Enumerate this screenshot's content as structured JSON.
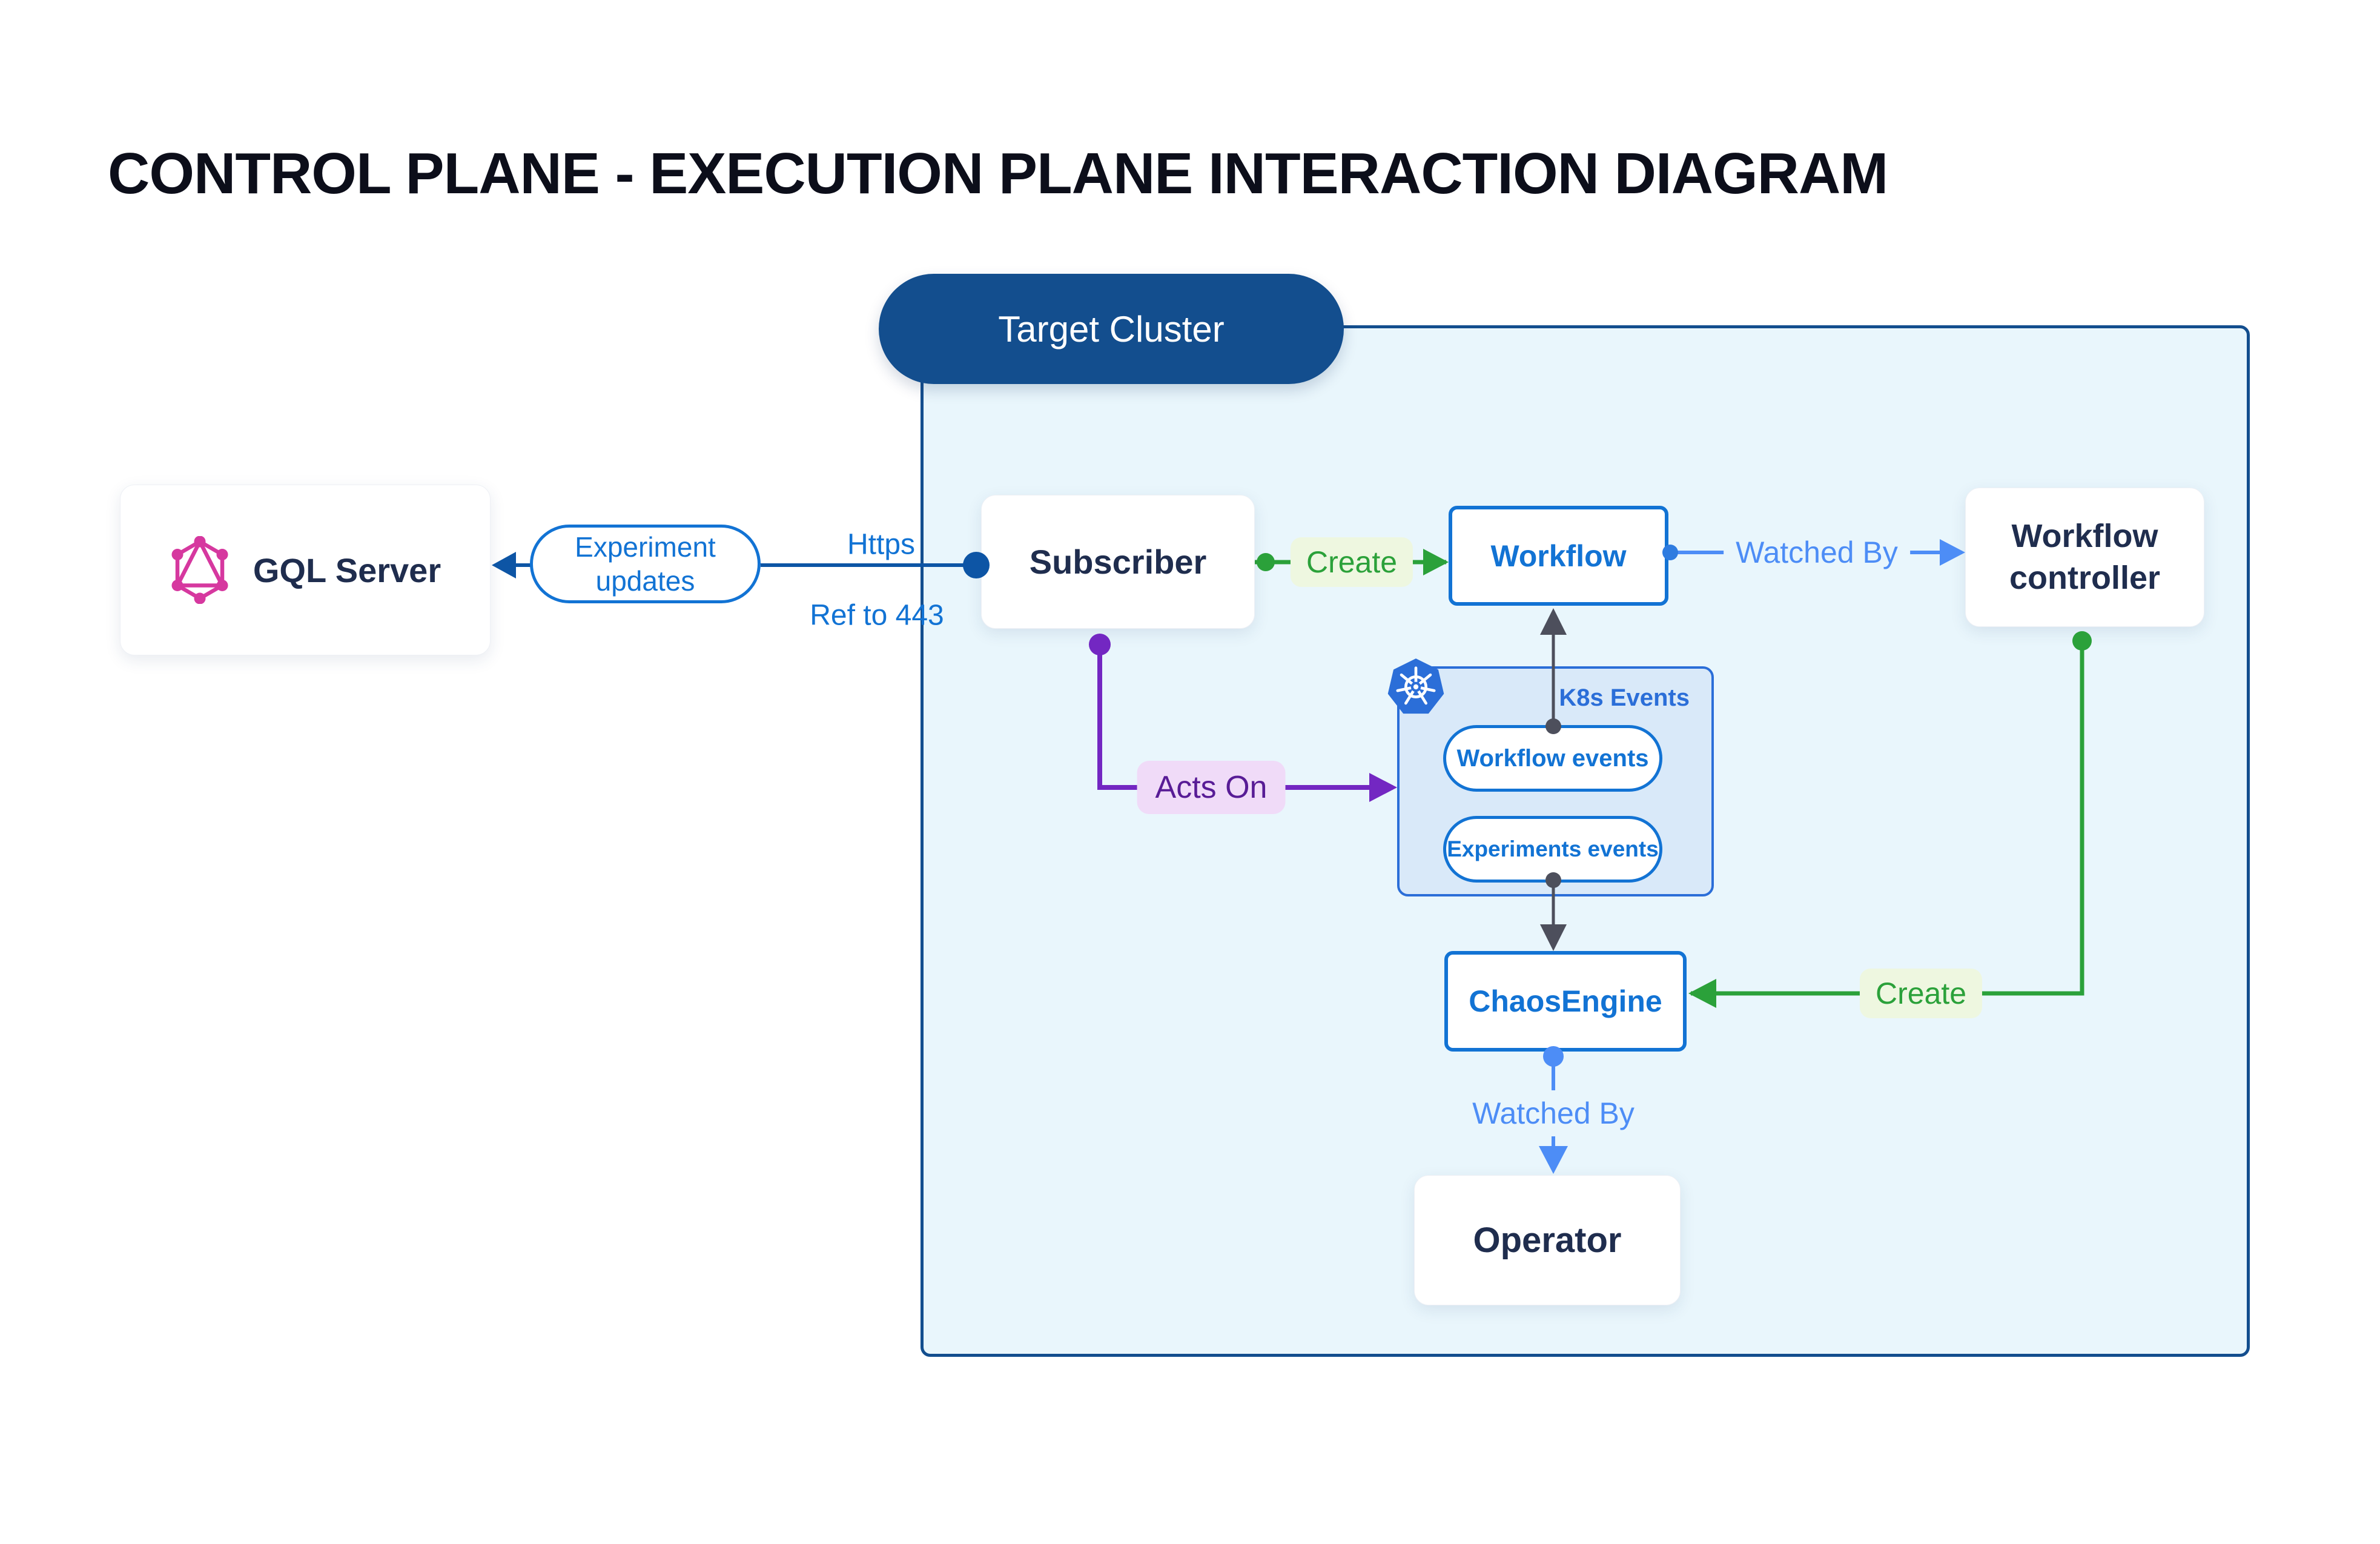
{
  "title": "CONTROL PLANE - EXECUTION PLANE INTERACTION DIAGRAM",
  "cluster": {
    "label": "Target Cluster"
  },
  "nodes": {
    "gql_server": "GQL Server",
    "subscriber": "Subscriber",
    "workflow": "Workflow",
    "workflow_controller": "Workflow controller",
    "chaos_engine": "ChaosEngine",
    "operator": "Operator"
  },
  "k8s_events": {
    "label": "K8s Events",
    "workflow_events": "Workflow events",
    "experiments_events": "Experiments events"
  },
  "edge_labels": {
    "experiment_updates": "Experiment updates",
    "https": "Https",
    "ref_to_443": "Ref to 443",
    "create_left": "Create",
    "watched_by_top": "Watched By",
    "acts_on": "Acts On",
    "create_right": "Create",
    "watched_by_bottom": "Watched By"
  },
  "icons": {
    "graphql": "graphql-logo",
    "kubernetes": "kubernetes-logo"
  },
  "colors": {
    "accent-blue": "#1273d4",
    "dark-blue": "#0d55a5",
    "navy": "#134e8e",
    "text-navy": "#1f2d4e",
    "light-blue": "#4d8df6",
    "green": "#2ba13a",
    "green-bg": "#eef7e0",
    "purple": "#7327c2",
    "purple-text": "#581c96",
    "purple-bg": "#f0dbf8",
    "gray": "#4d4f5c",
    "cluster-bg": "#e9f6fc",
    "k8s-box-bg": "#d9e9f9",
    "k8s-blue": "#2b6ed8",
    "graphql-pink": "#d6389f",
    "title-color": "#0c0e1a"
  }
}
